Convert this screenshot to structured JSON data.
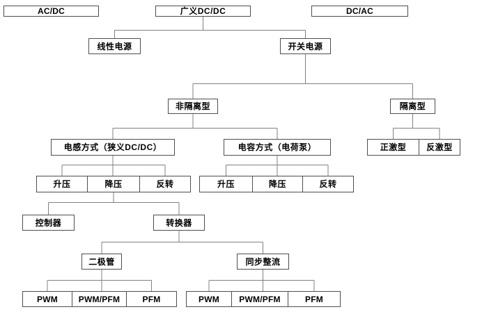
{
  "diagram": {
    "title": "Power supply classification tree (广义DC/DC)",
    "line_color": "#808080",
    "border_color": "#4d4d4d",
    "nodes": {
      "ac_dc": "AC/DC",
      "guangyi_dcdc": "广义DC/DC",
      "dc_ac": "DC/AC",
      "linear_supply": "线性电源",
      "switching_supply": "开关电源",
      "non_isolated": "非隔离型",
      "isolated": "隔离型",
      "inductive": "电感方式（狭义DC/DC）",
      "capacitive": "电容方式（电荷泵）",
      "forward": "正激型",
      "flyback": "反激型",
      "boost": "升压",
      "buck": "降压",
      "invert": "反转",
      "controller": "控制器",
      "converter": "转换器",
      "diode": "二极管",
      "sync_rect": "同步整流",
      "pwm": "PWM",
      "pwm_pfm": "PWM/PFM",
      "pfm": "PFM"
    }
  }
}
